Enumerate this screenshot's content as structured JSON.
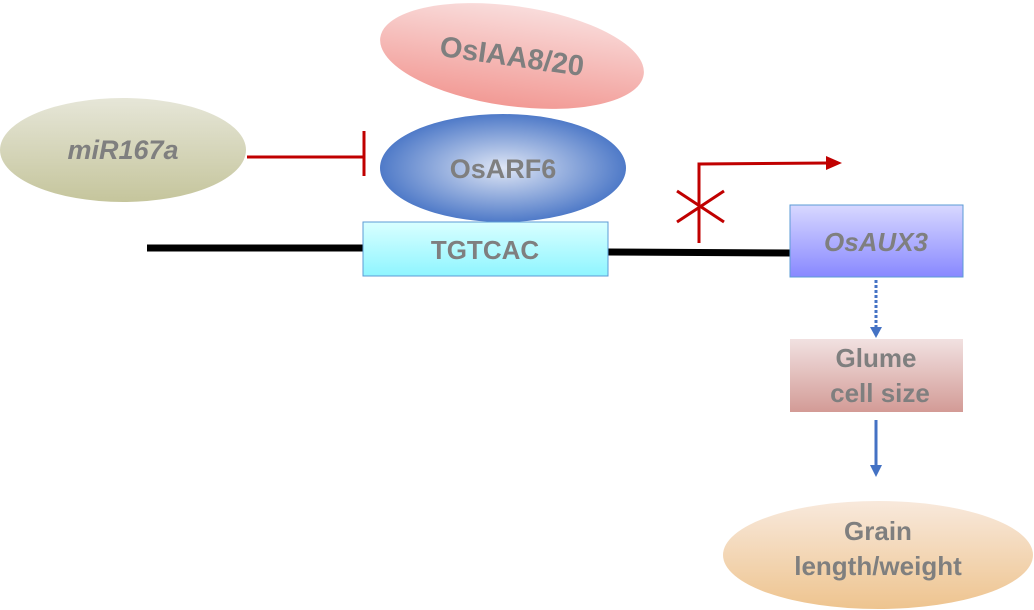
{
  "diagram": {
    "nodes": {
      "osiaa": {
        "label": "OsIAA8/20",
        "italic": false,
        "fill_top": "#f9dcdb",
        "fill_bottom": "#f29a95"
      },
      "mir": {
        "label": "miR167a",
        "italic": true,
        "fill_top": "#e6e6d8",
        "fill_bottom": "#c5c59c"
      },
      "osarf": {
        "label": "OsARF6",
        "italic": false,
        "fill_edge": "#4f7ac8",
        "fill_center": "#dfe6f5"
      },
      "promoter": {
        "label": "TGTCAC",
        "italic": false,
        "fill_top": "#d9ffff",
        "fill_bottom": "#8ff5ff",
        "border": "#5b9bd5"
      },
      "osaux": {
        "label": "OsAUX3",
        "italic": true,
        "fill_top": "#d8d8ff",
        "fill_bottom": "#8888ff",
        "border": "#5b9bd5"
      },
      "glume": {
        "label_line1": "Glume",
        "label_line2": "cell size",
        "italic": false,
        "fill_top": "#f1e1e1",
        "fill_bottom": "#d39b96"
      },
      "grain": {
        "label_line1": "Grain",
        "label_line2": "length/weight",
        "italic": false,
        "fill_top": "#f8e9dc",
        "fill_bottom": "#eec48f"
      }
    },
    "edges": [
      {
        "from": "miR167a",
        "to": "OsARF6",
        "type": "inhibition",
        "color": "#c00000"
      },
      {
        "from": "promoter",
        "to": "OsAUX3",
        "type": "blocked-transcription",
        "color": "#c00000"
      },
      {
        "from": "OsAUX3",
        "to": "Glume cell size",
        "type": "dotted-arrow",
        "color": "#4472c4"
      },
      {
        "from": "Glume cell size",
        "to": "Grain length/weight",
        "type": "arrow",
        "color": "#4472c4"
      }
    ],
    "dna_color": "#000000",
    "text_color": "#7f7f7f"
  }
}
